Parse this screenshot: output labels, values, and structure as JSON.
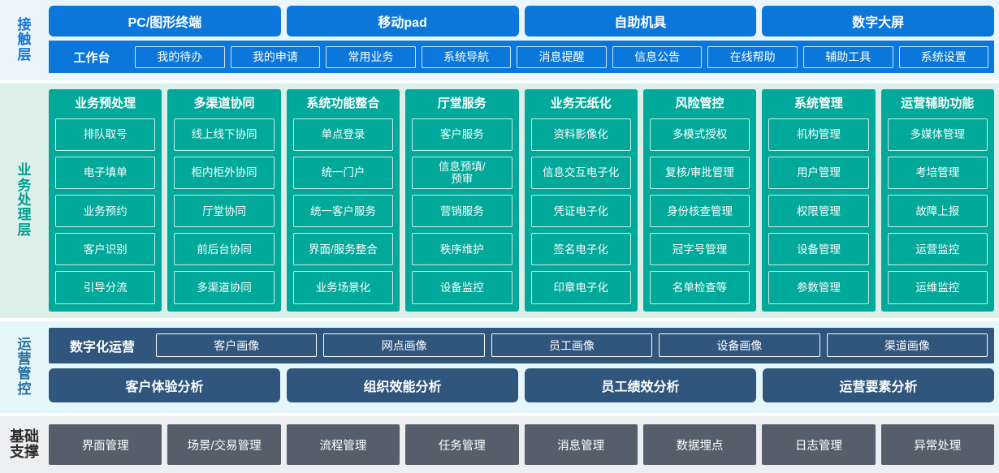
{
  "colors": {
    "contact_accent": "#0b77da",
    "contact_bg": "#eaf6fc",
    "business_accent": "#00a99a",
    "business_bg": "#dcefe9",
    "ops_accent": "#31567e",
    "ops_bg": "#e6f7fb",
    "base_accent": "#555f6b",
    "base_bg": "#eceef0"
  },
  "contact_layer": {
    "label": "接触层",
    "label_chars": [
      "接",
      "触",
      "层"
    ],
    "terminals": [
      "PC/图形终端",
      "移动pad",
      "自助机具",
      "数字大屏"
    ],
    "workbench_title": "工作台",
    "workbench_items": [
      "我的待办",
      "我的申请",
      "常用业务",
      "系统导航",
      "消息提醒",
      "信息公告",
      "在线帮助",
      "辅助工具",
      "系统设置"
    ]
  },
  "business_layer": {
    "label": "业务处理层",
    "label_chars": [
      "业",
      "务",
      "处",
      "理",
      "层"
    ],
    "columns": [
      {
        "title": "业务预处理",
        "items": [
          "排队取号",
          "电子填单",
          "业务预约",
          "客户识别",
          "引导分流"
        ]
      },
      {
        "title": "多渠道协同",
        "items": [
          "线上线下协同",
          "柜内柜外协同",
          "厅堂协同",
          "前后台协同",
          "多渠道协同"
        ]
      },
      {
        "title": "系统功能整合",
        "items": [
          "单点登录",
          "统一门户",
          "统一客户服务",
          "界面/服务整合",
          "业务场景化"
        ]
      },
      {
        "title": "厅堂服务",
        "items": [
          "客户服务",
          "信息预填/\n预审",
          "营销服务",
          "秩序维护",
          "设备监控"
        ]
      },
      {
        "title": "业务无纸化",
        "items": [
          "资料影像化",
          "信息交互电子化",
          "凭证电子化",
          "签名电子化",
          "印章电子化"
        ]
      },
      {
        "title": "风险管控",
        "items": [
          "多模式授权",
          "复核/审批管理",
          "身份核查管理",
          "冠字号管理",
          "名单检查等"
        ]
      },
      {
        "title": "系统管理",
        "items": [
          "机构管理",
          "用户管理",
          "权限管理",
          "设备管理",
          "参数管理"
        ]
      },
      {
        "title": "运营辅助功能",
        "items": [
          "多媒体管理",
          "考培管理",
          "故障上报",
          "运营监控",
          "运维监控"
        ]
      }
    ]
  },
  "operations_layer": {
    "label": "运营管控",
    "label_chars": [
      "运",
      "营",
      "管",
      "控"
    ],
    "digital_ops_title": "数字化运营",
    "portraits": [
      "客户画像",
      "网点画像",
      "员工画像",
      "设备画像",
      "渠道画像"
    ],
    "analyses": [
      "客户体验分析",
      "组织效能分析",
      "员工绩效分析",
      "运营要素分析"
    ]
  },
  "base_layer": {
    "label": "基础支撑",
    "label_lines": [
      "基础",
      "支撑"
    ],
    "items": [
      "界面管理",
      "场景/交易管理",
      "流程管理",
      "任务管理",
      "消息管理",
      "数据埋点",
      "日志管理",
      "异常处理"
    ]
  }
}
